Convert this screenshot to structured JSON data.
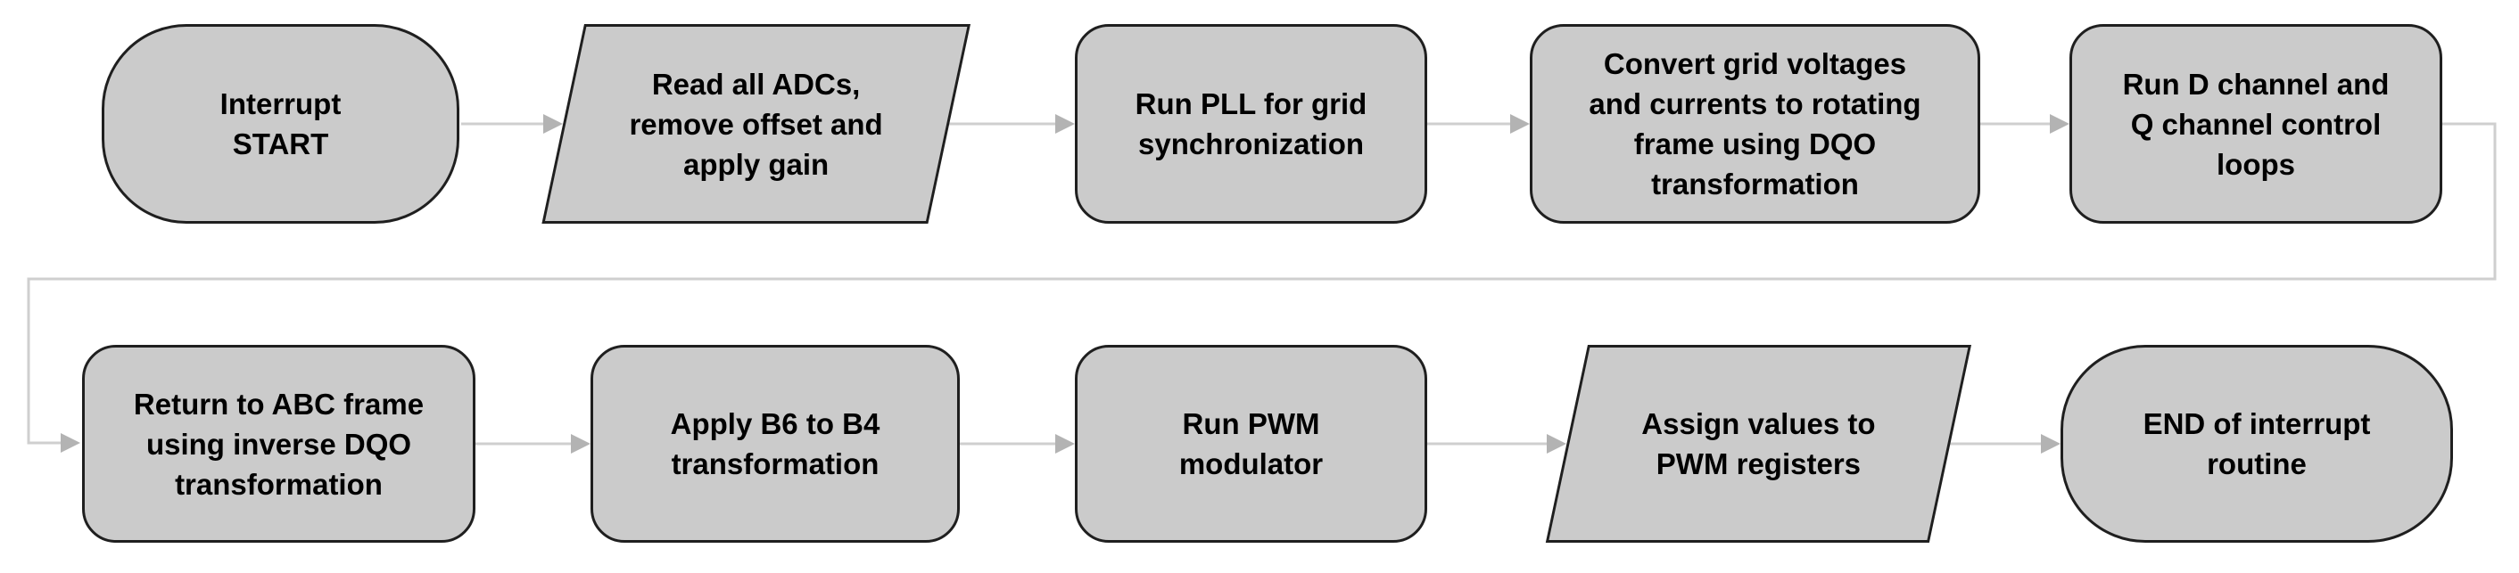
{
  "diagram": {
    "type": "flowchart",
    "description": "Interrupt service routine flow",
    "colors": {
      "background": "#ffffff",
      "node_fill": "#cbcbcb",
      "node_border": "#1f1f1f",
      "connector": "#cfcfcf",
      "arrowhead": "#b3b3b3",
      "text": "#000000"
    },
    "nodes": [
      {
        "id": "interrupt-start",
        "shape": "terminator",
        "label": "Interrupt\nSTART"
      },
      {
        "id": "read-adcs",
        "shape": "parallelogram",
        "label": "Read all ADCs,\nremove offset and\napply gain"
      },
      {
        "id": "run-pll",
        "shape": "process",
        "label": "Run PLL for grid\nsynchronization"
      },
      {
        "id": "dqo-transform",
        "shape": "process",
        "label": "Convert grid voltages\nand currents to rotating\nframe using DQO\ntransformation"
      },
      {
        "id": "dq-control-loops",
        "shape": "process",
        "label": "Run D channel and\nQ channel control\nloops"
      },
      {
        "id": "inverse-dqo",
        "shape": "process",
        "label": "Return to ABC frame\nusing inverse DQO\ntransformation"
      },
      {
        "id": "b6-b4-transform",
        "shape": "process",
        "label": "Apply B6 to B4\ntransformation"
      },
      {
        "id": "pwm-modulator",
        "shape": "process",
        "label": "Run PWM\nmodulator"
      },
      {
        "id": "assign-pwm-registers",
        "shape": "parallelogram",
        "label": "Assign values to\nPWM registers"
      },
      {
        "id": "end-interrupt",
        "shape": "terminator",
        "label": "END of interrupt\nroutine"
      }
    ],
    "edges": [
      {
        "from": "interrupt-start",
        "to": "read-adcs"
      },
      {
        "from": "read-adcs",
        "to": "run-pll"
      },
      {
        "from": "run-pll",
        "to": "dqo-transform"
      },
      {
        "from": "dqo-transform",
        "to": "dq-control-loops"
      },
      {
        "from": "dq-control-loops",
        "to": "inverse-dqo"
      },
      {
        "from": "inverse-dqo",
        "to": "b6-b4-transform"
      },
      {
        "from": "b6-b4-transform",
        "to": "pwm-modulator"
      },
      {
        "from": "pwm-modulator",
        "to": "assign-pwm-registers"
      },
      {
        "from": "assign-pwm-registers",
        "to": "end-interrupt"
      }
    ]
  }
}
